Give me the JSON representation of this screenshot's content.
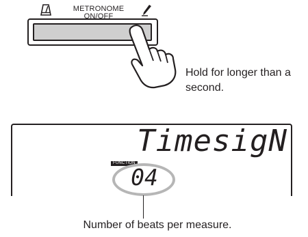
{
  "button": {
    "label_line1": "METRONOME",
    "label_line2": "ON/OFF",
    "icons": [
      "metronome-icon",
      "pen-icon",
      "pointing-hand-icon"
    ]
  },
  "instruction": "Hold for longer than a second.",
  "lcd": {
    "main_text": "TimesigN",
    "function_tag": "FUNCTION",
    "value": "04"
  },
  "caption": "Number of beats per measure.",
  "colors": {
    "ink": "#231f20",
    "button_face": "#cfcfcf",
    "highlight_ring": "#b6b6b6"
  }
}
